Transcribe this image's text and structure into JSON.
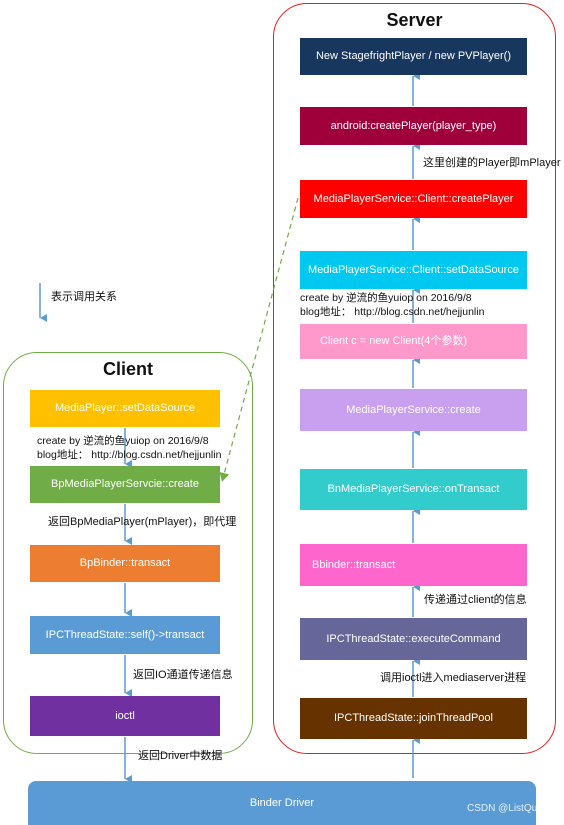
{
  "server": {
    "title": "Server",
    "boxes": [
      {
        "label": "New StagefrightPlayer / new PVPlayer()",
        "bg": "#17375e",
        "fg": "#ffffff"
      },
      {
        "label": "android:createPlayer(player_type)",
        "bg": "#a0003a",
        "fg": "#ffffff"
      },
      {
        "label": "MediaPlayerService::Client::createPlayer",
        "bg": "#ff0000",
        "fg": "#ffffff"
      },
      {
        "label": "MediaPlayerService::Client::setDataSource",
        "bg": "#00c8f0",
        "fg": "#ffffff"
      },
      {
        "label": "Client c = new Client(4个参数)",
        "bg": "#ff99cc",
        "fg": "#ffffff"
      },
      {
        "label": "MediaPlayerService::create",
        "bg": "#c9a0f0",
        "fg": "#ffffff"
      },
      {
        "label": "BnMediaPlayerService::onTransact",
        "bg": "#33cccc",
        "fg": "#ffffff"
      },
      {
        "label": "Bbinder::transact",
        "bg": "#ff66cc",
        "fg": "#ffffff"
      },
      {
        "label": "IPCThreadState::executeCommand",
        "bg": "#666699",
        "fg": "#ffffff"
      },
      {
        "label": "IPCThreadState::joinThreadPool",
        "bg": "#663300",
        "fg": "#ffffff"
      }
    ],
    "labels": {
      "created_here": "这里创建的Player即mPlayer",
      "pass_client_info": "传递通过client的信息",
      "ioctl_enter": "调用ioctl进入mediaserver进程"
    },
    "credit_line1": "create by 逆流的鱼yuiop on 2016/9/8",
    "credit_line2": "blog地址：  http://blog.csdn.net/hejjunlin"
  },
  "client": {
    "title": "Client",
    "boxes": [
      {
        "label": "MediaPlayer::setDataSource",
        "bg": "#ffc000",
        "fg": "#ffffff"
      },
      {
        "label": "BpMediaPlayerServcie::create",
        "bg": "#70ad47",
        "fg": "#ffffff"
      },
      {
        "label": "BpBinder::transact",
        "bg": "#ed7d31",
        "fg": "#ffffff"
      },
      {
        "label": "IPCThreadState::self()->transact",
        "bg": "#5b9bd5",
        "fg": "#ffffff"
      },
      {
        "label": "ioctl",
        "bg": "#7030a0",
        "fg": "#ffffff"
      }
    ],
    "labels": {
      "return_proxy": "返回BpMediaPlayer(mPlayer)，即代理",
      "return_io": "返回IO通道传递信息",
      "return_driver": "返回Driver中数据"
    },
    "credit_line1": "create by 逆流的鱼yuiop on 2016/9/8",
    "credit_line2": "blog地址：  http://blog.csdn.net/hejjunlin"
  },
  "legend": {
    "label": "表示调用关系"
  },
  "binder_driver": {
    "label": "Binder Driver",
    "bg": "#5b9bd5"
  },
  "watermark": "CSDN @ListQueue",
  "colors": {
    "arrow": "#5b9bd5",
    "dashed_arrow": "#70ad47",
    "server_border": "#e02020",
    "client_border": "#70ad47"
  }
}
